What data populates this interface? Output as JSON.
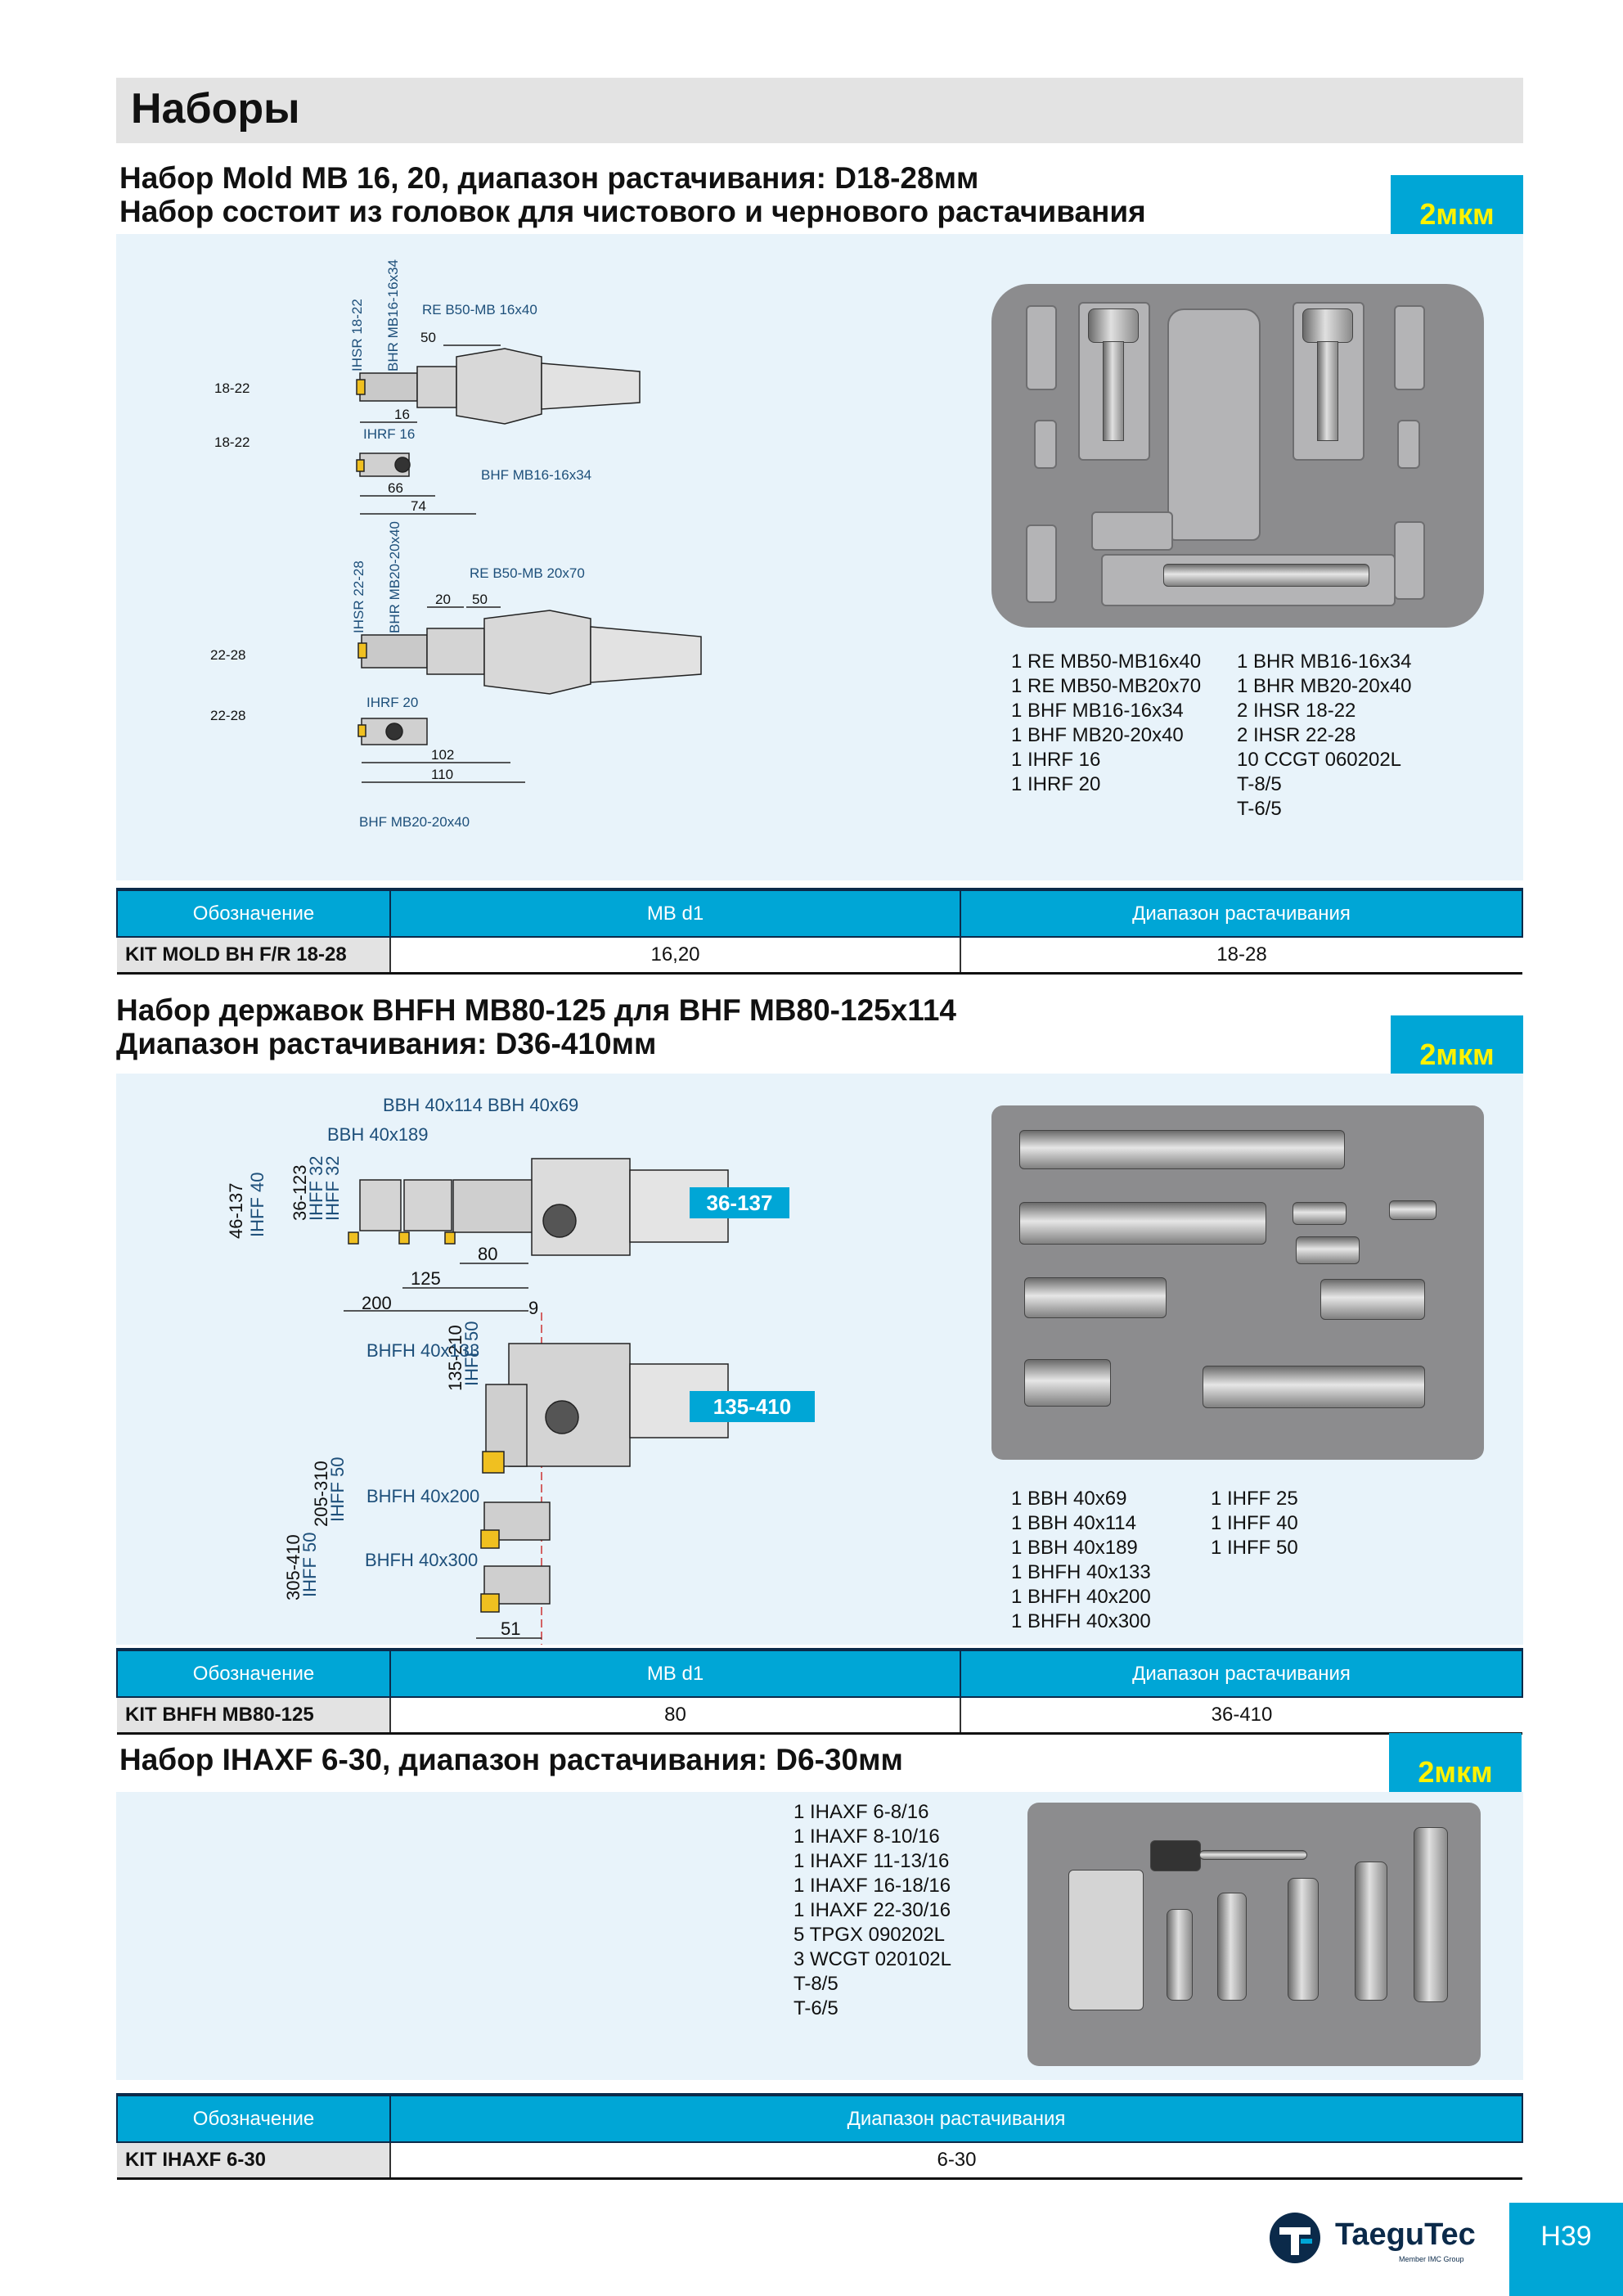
{
  "page": {
    "header": "Наборы",
    "page_number": "H39",
    "brand": "TaeguTec",
    "brand_sub": "Member IMC Group",
    "accent_color": "#00a6d6",
    "badge_text_color": "#fff200"
  },
  "section1": {
    "title_line1": "Набор Mold MB 16, 20, диапазон растачивания: D18-28мм",
    "title_line2": "Набор состоит из головок для чистового и чернового растачивания",
    "badge": "2мкм",
    "diagram": {
      "top_tool": {
        "ihsr": "IHSR 18-22",
        "bhr": "BHR MB16-16x34",
        "re": "RE B50-MB 16x40",
        "dim_50": "50",
        "dia": "18-22",
        "dim_16": "16"
      },
      "top_boring": {
        "dia": "18-22",
        "ihrf": "IHRF 16",
        "dim_66": "66",
        "bhf": "BHF MB16-16x34",
        "dim_74": "74"
      },
      "bottom_tool": {
        "ihsr": "IHSR 22-28",
        "bhr": "BHR MB20-20x40",
        "re": "RE B50-MB 20x70",
        "dim_20": "20",
        "dim_50": "50",
        "dia": "22-28"
      },
      "bottom_boring": {
        "dia": "22-28",
        "ihrf": "IHRF 20",
        "dim_102": "102",
        "dim_110": "110",
        "bhf": "BHF MB20-20x40"
      }
    },
    "contents_left": [
      "1 RE MB50-MB16x40",
      "1 RE MB50-MB20x70",
      "1 BHF MB16-16x34",
      "1 BHF MB20-20x40",
      "1 IHRF 16",
      "1 IHRF 20"
    ],
    "contents_right": [
      "1 BHR MB16-16x34",
      "1 BHR MB20-20x40",
      "2 IHSR 18-22",
      "2 IHSR 22-28",
      "10 CCGT 060202L",
      "T-8/5",
      "T-6/5"
    ],
    "table": {
      "headers": [
        "Обозначение",
        "MB d1",
        "Диапазон растачивания"
      ],
      "row": [
        "KIT MOLD BH F/R 18-28",
        "16,20",
        "18-28"
      ]
    }
  },
  "section2": {
    "title_line1": "Набор державок BHFH MB80-125 для BHF MB80-125x114",
    "title_line2": "Диапазон растачивания: D36-410мм",
    "badge": "2мкм",
    "diagram": {
      "bbh_114": "BBH 40x114",
      "bbh_69": "BBH 40x69",
      "bbh_189": "BBH 40x189",
      "range_46": "46-137",
      "ihff40": "IHFF 40",
      "range_36": "36-123",
      "ihff32a": "IHFF 32",
      "ihff32b": "IHFF 32",
      "dim_80": "80",
      "dim_125": "125",
      "dim_200": "200",
      "dim_9": "9",
      "range_top": "36-137",
      "bhfh_133": "BHFH 40x133",
      "range_135": "135-210",
      "ihff50a": "IHFF 50",
      "range_bottom": "135-410",
      "range_205": "205-310",
      "ihff50b": "IHFF 50",
      "bhfh_200": "BHFH 40x200",
      "range_305": "305-410",
      "ihff50c": "IHFF 50",
      "bhfh_300": "BHFH 40x300",
      "dim_51": "51"
    },
    "contents_left": [
      "1 BBH 40x69",
      "1 BBH 40x114",
      "1 BBH 40x189",
      "1 BHFH 40x133",
      "1 BHFH 40x200",
      "1 BHFH 40x300"
    ],
    "contents_right": [
      "1 IHFF 25",
      "1 IHFF 40",
      "1 IHFF 50"
    ],
    "table": {
      "headers": [
        "Обозначение",
        "MB d1",
        "Диапазон растачивания"
      ],
      "row": [
        "KIT BHFH MB80-125",
        "80",
        "36-410"
      ]
    }
  },
  "section3": {
    "title": "Набор IHAXF 6-30, диапазон растачивания: D6-30мм",
    "badge": "2мкм",
    "contents": [
      "1 IHAXF 6-8/16",
      "1 IHAXF 8-10/16",
      "1 IHAXF 11-13/16",
      "1 IHAXF 16-18/16",
      "1 IHAXF 22-30/16",
      "5 TPGX 090202L",
      "3 WCGT 020102L",
      "T-8/5",
      "T-6/5"
    ],
    "table": {
      "headers": [
        "Обозначение",
        "Диапазон растачивания"
      ],
      "row": [
        "KIT IHAXF 6-30",
        "6-30"
      ]
    }
  }
}
